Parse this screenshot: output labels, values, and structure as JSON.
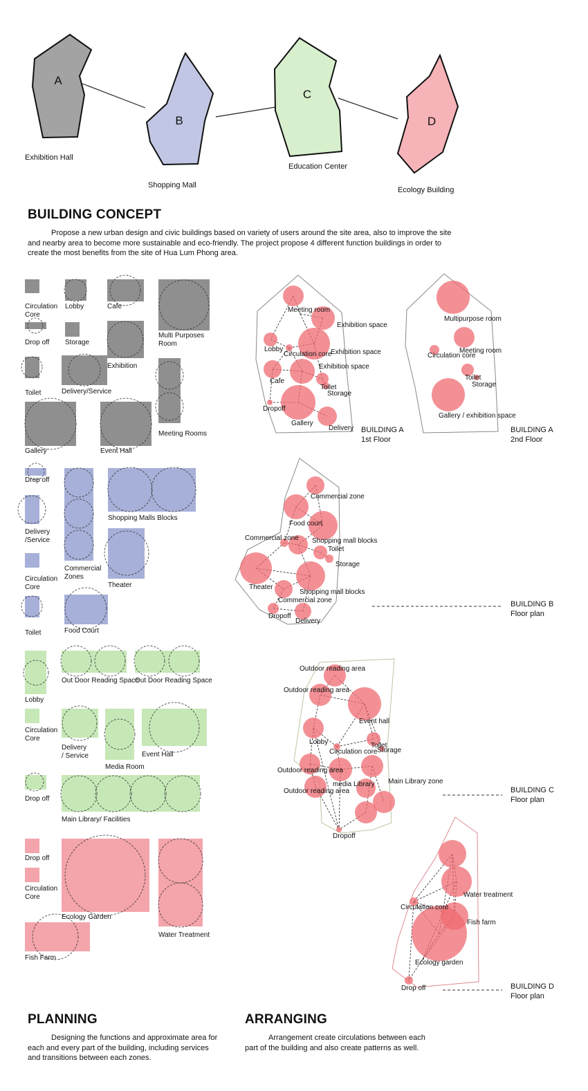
{
  "top": {
    "buildings": [
      {
        "letter": "A",
        "name": "Exhibition Hall",
        "color": "#a3a3a3"
      },
      {
        "letter": "B",
        "name": "Shopping Mall",
        "color": "#c0c6e3"
      },
      {
        "letter": "C",
        "name": "Education Center",
        "color": "#d7efcc"
      },
      {
        "letter": "D",
        "name": "Ecology Building",
        "color": "#f6b3b8"
      }
    ]
  },
  "concept": {
    "heading": "BUILDING CONCEPT",
    "body": "Propose a new urban design and civic buildings based on variety of users around the site area, also to improve the site and nearby area to become more sustainable and eco-friendly. The project propose 4 different function buildings in order to create the most benefits from the site of Hua Lum Phong area."
  },
  "colors": {
    "gray": "#8f8f8f",
    "blue": "#a7b0d8",
    "green": "#c6e8b7",
    "pink": "#f4a4ab",
    "node": "#ef6b72"
  },
  "planning": {
    "a": [
      "Circulation Core",
      "Lobby",
      "Cafe",
      "Multi Purposes Room",
      "Drop off",
      "Storage",
      "Exhibition",
      "Toilet",
      "Delivery/Service",
      "Meeting Rooms",
      "Gallery",
      "Event Hall"
    ],
    "b": [
      "Drop off",
      "Shopping Malls Blocks",
      "Delivery /Service",
      "Commercial Zones",
      "Theater",
      "Circulation Core",
      "Toilet",
      "Food Court"
    ],
    "c": [
      "Out Door Reading Space",
      "Out Door Reading Space",
      "Lobby",
      "Circulation Core",
      "Delivery / Service",
      "Event Hall",
      "Media Room",
      "Drop off",
      "Main Library/ Facilities"
    ],
    "d": [
      "Drop off",
      "Circulation Core",
      "Ecology Garden",
      "Water Treatment",
      "Fish Farm"
    ]
  },
  "arranging": {
    "a1": [
      "Meeting room",
      "Exhibition space",
      "Lobby",
      "Circulation core",
      "Exhibition space",
      "Exhibition space",
      "Cafe",
      "Toilet",
      "Storage",
      "Dropoff",
      "Gallery",
      "Delivery"
    ],
    "a1_caption": [
      "BUILDING A",
      "1st Floor"
    ],
    "a2": [
      "Multipurpose room",
      "Meeting room",
      "Circulation core",
      "Toilet",
      "Storage",
      "Gallery / exhibition space"
    ],
    "a2_caption": [
      "BUILDING A",
      "2nd Floor"
    ],
    "b": [
      "Commercial zone",
      "Food court",
      "Commercial zone",
      "Shopping mall blocks",
      "Toilet",
      "Storage",
      "Theater",
      "Shopping mall blocks",
      "Commercial zone",
      "Dropoff",
      "Delivery"
    ],
    "b_caption": [
      "BUILDING B",
      "Floor plan"
    ],
    "c": [
      "Outdoor reading area",
      "Outdoor reading area",
      "Event hall",
      "Toilet",
      "Lobby",
      "Storage",
      "Circulation core",
      "Outdoor reading area",
      "Main Library zone",
      "media Library",
      "Outdoor reading area",
      "Dropoff"
    ],
    "c_caption": [
      "BUILDING C",
      "Floor plan"
    ],
    "d": [
      "Water treatment",
      "Circulation core",
      "Fish farm",
      "Ecology garden",
      "Drop off"
    ],
    "d_caption": [
      "BUILDING D",
      "Floor plan"
    ]
  },
  "bottom": {
    "planning_heading": "PLANNING",
    "planning_body": "Designing the functions and approximate area for each and every part of the building, including services and transitions between each zones.",
    "arranging_heading": "ARRANGING",
    "arranging_body": "Arrangement create circulations between each part of the building and also create patterns as well."
  }
}
